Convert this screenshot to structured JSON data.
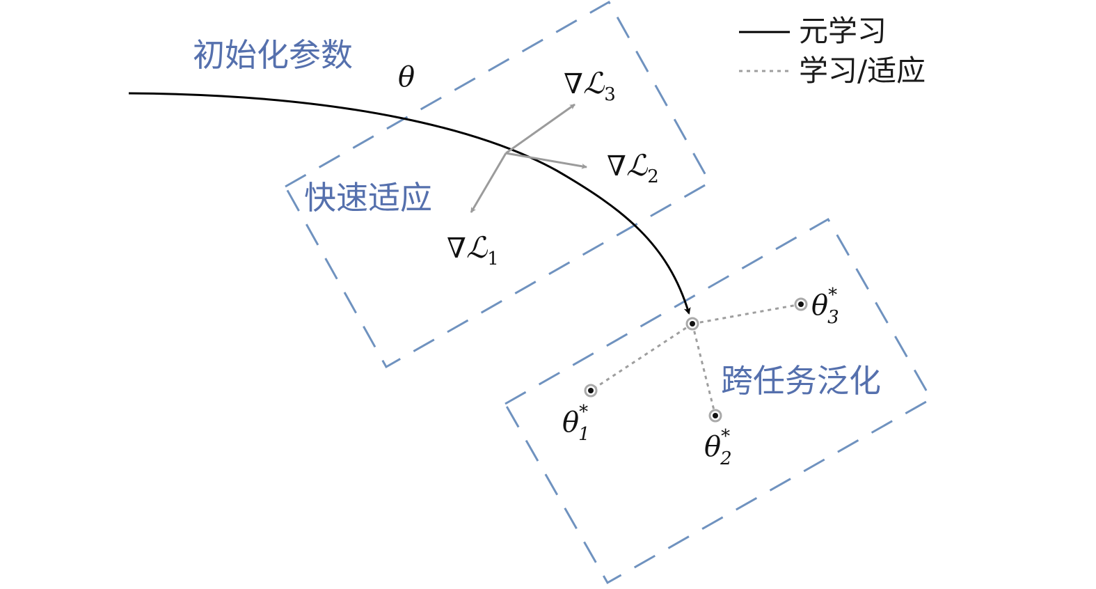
{
  "colors": {
    "box_stroke": "#6f92bf",
    "box_label": "#5570ad",
    "main_curve": "#000000",
    "gradient_arrow": "#9b9b9b",
    "dotted_path": "#9e9e9e",
    "point_fill": "#111111",
    "point_ring": "#a9a9a9"
  },
  "legend": {
    "meta_learning": "元学习",
    "learn_adapt": "学习/适应"
  },
  "regions": {
    "init_params": "初始化参数",
    "fast_adapt": "快速适应",
    "cross_task": "跨任务泛化"
  },
  "symbols": {
    "theta": "θ",
    "nabla": "∇",
    "loss": "ℒ",
    "star": "*"
  },
  "gradients": [
    {
      "index": "1"
    },
    {
      "index": "2"
    },
    {
      "index": "3"
    }
  ],
  "optima": [
    {
      "index": "1"
    },
    {
      "index": "2"
    },
    {
      "index": "3"
    }
  ]
}
